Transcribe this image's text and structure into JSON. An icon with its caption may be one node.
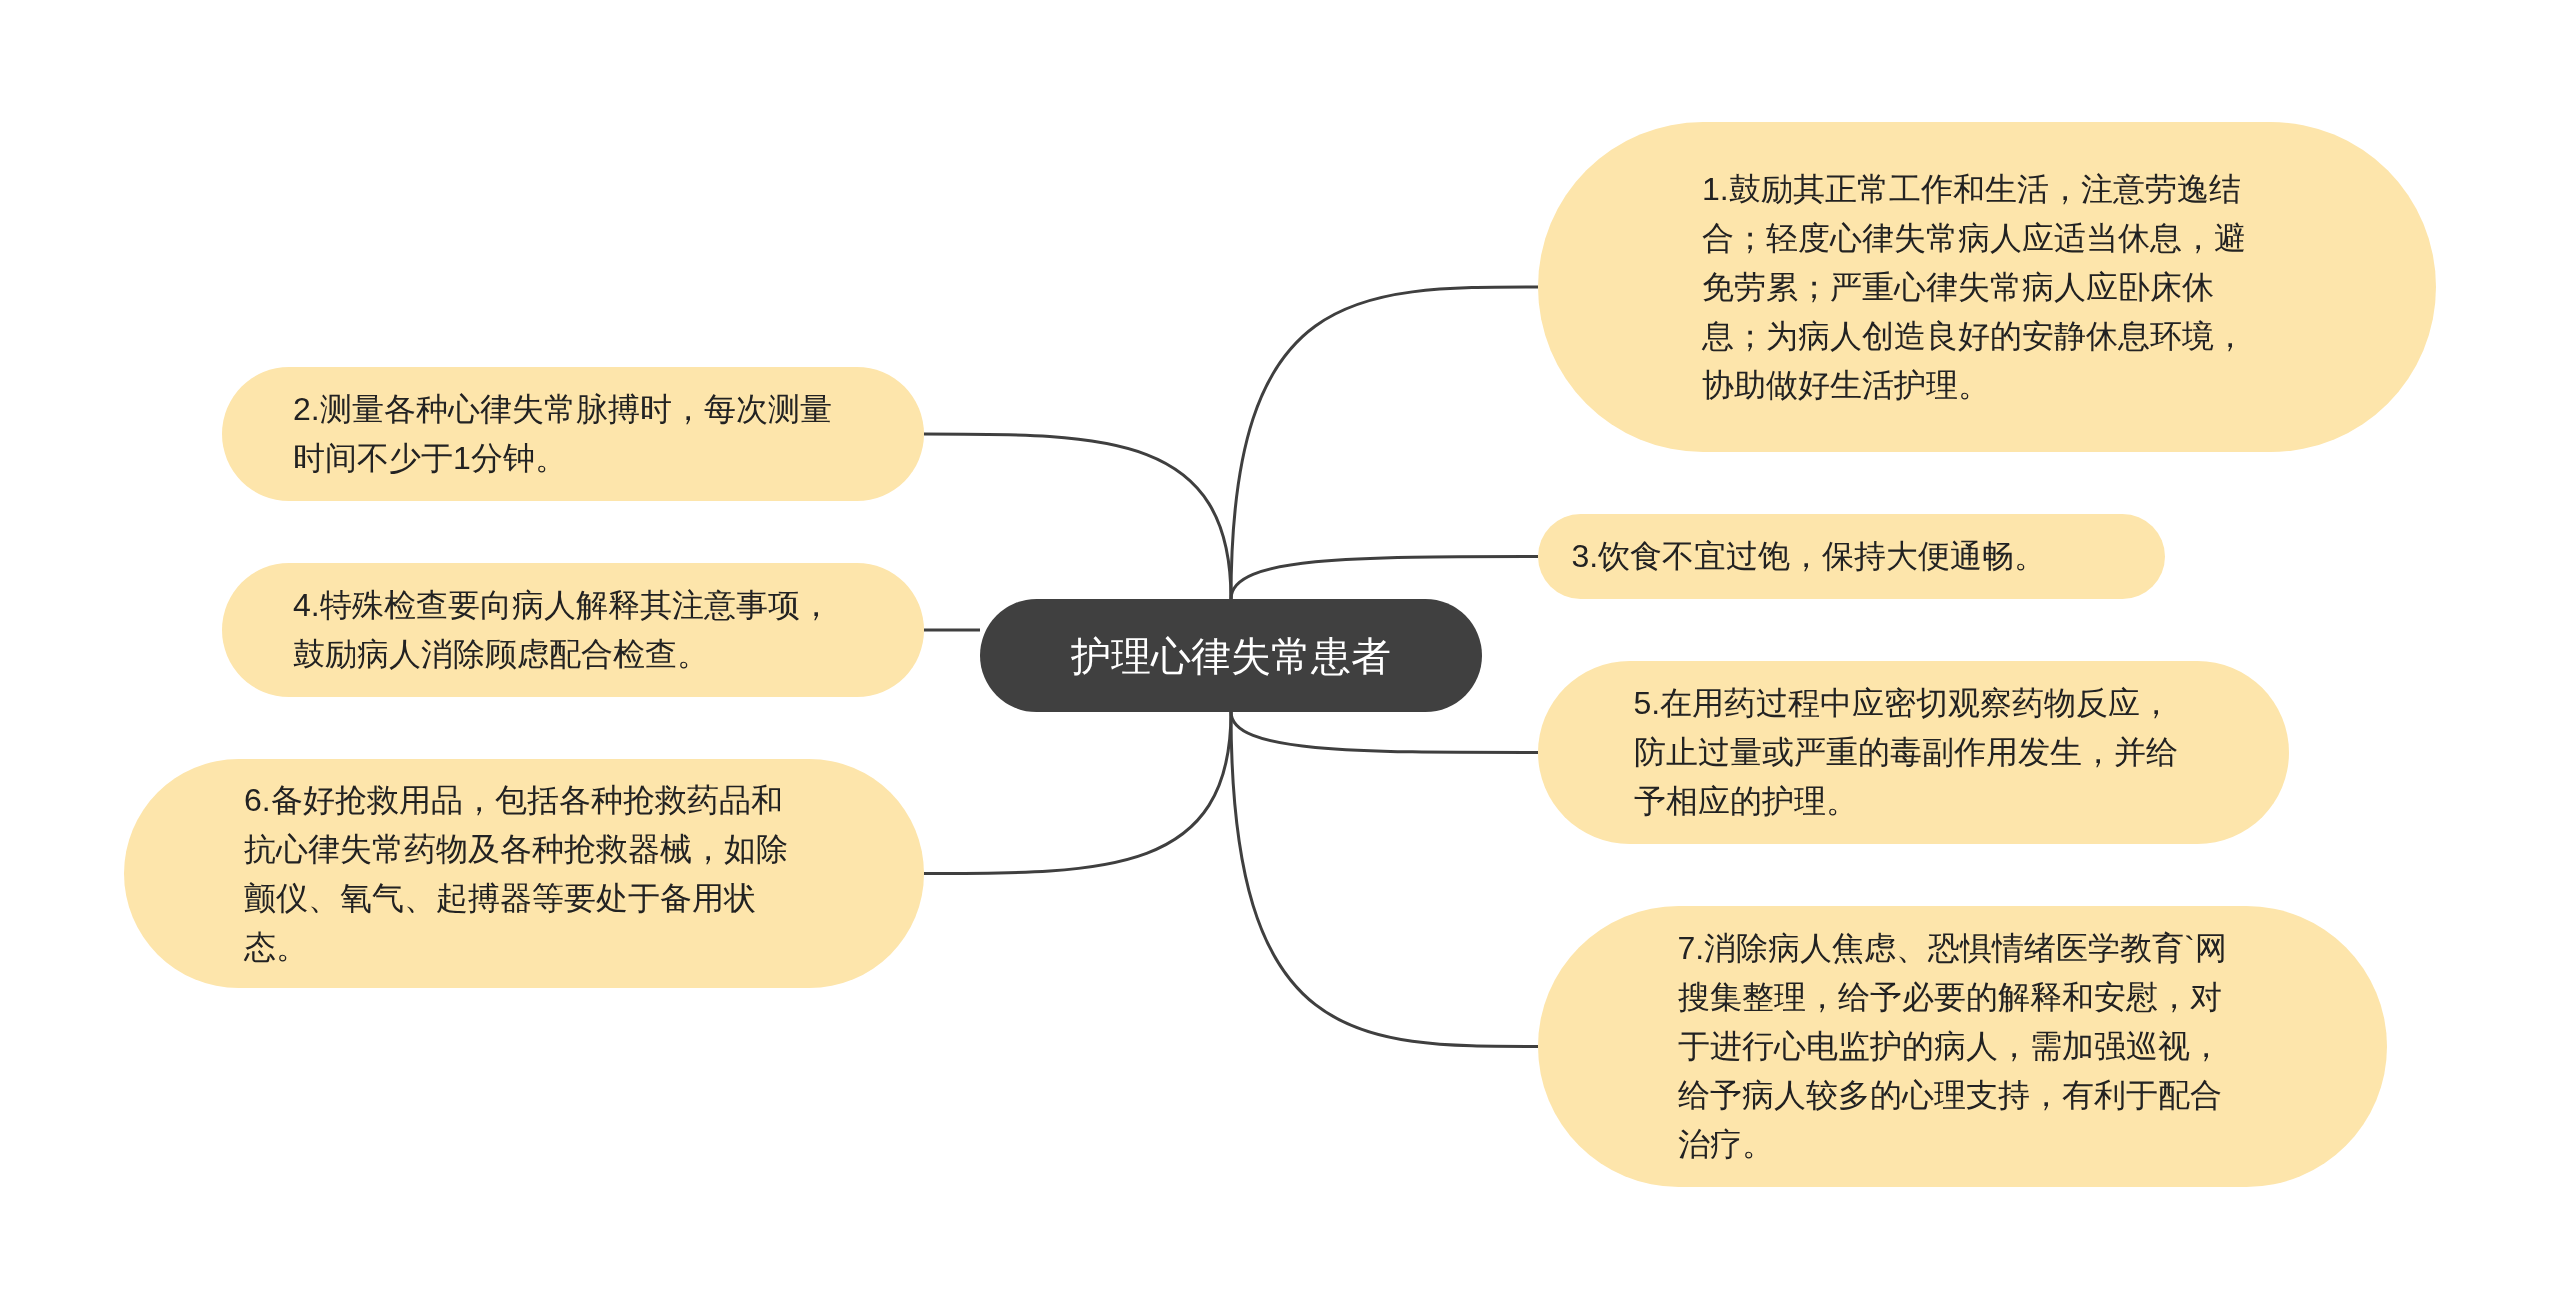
{
  "diagram": {
    "nodes": [
      {
        "text": [
          "护理心律失常患者"
        ]
      },
      {
        "text": [
          "1.鼓励其正常工作和生活，注意劳逸结合；轻度心律失常病人应适当休息，避免劳累；严重心律失常病人应卧床休息；为病人创造良好的安静休息环境，协助做好生活护理。"
        ]
      },
      {
        "text": [
          "2.测量各种心律失常脉搏时，每次测量时间不少于1分钟。"
        ]
      },
      {
        "text": [
          "3.饮食不宜过饱，保持大便通畅。"
        ]
      },
      {
        "text": [
          "4.特殊检查要向病人解释其注意事项，鼓励病人消除顾虑配合检查。"
        ]
      },
      {
        "text": [
          "5.在用药过程中应密切观察药物反应，防止过量或严重的毒副作用发生，并给予相应的护理。"
        ]
      },
      {
        "text": [
          "6.备好抢救用品，包括各种抢救药品和抗心律失常药物及各种抢救器械，如除颤仪、氧气、起搏器等要处于备用状态。"
        ]
      },
      {
        "text": [
          "7.消除病人焦虑、恐惧情绪医学教育`网搜集整理，给予必要的解释和安慰，对于进行心电监护的病人，需加强巡视，给予病人较多的心理支持，有利于配合治疗。"
        ]
      }
    ],
    "edges": [
      {
        "from": 0,
        "to": 1,
        "arrow": "none"
      },
      {
        "from": 0,
        "to": 2,
        "arrow": "none"
      },
      {
        "from": 0,
        "to": 3,
        "arrow": "none"
      },
      {
        "from": 0,
        "to": 4,
        "arrow": "none"
      },
      {
        "from": 0,
        "to": 5,
        "arrow": "none"
      },
      {
        "from": 0,
        "to": 6,
        "arrow": "none"
      },
      {
        "from": 0,
        "to": 7,
        "arrow": "none"
      }
    ]
  }
}
